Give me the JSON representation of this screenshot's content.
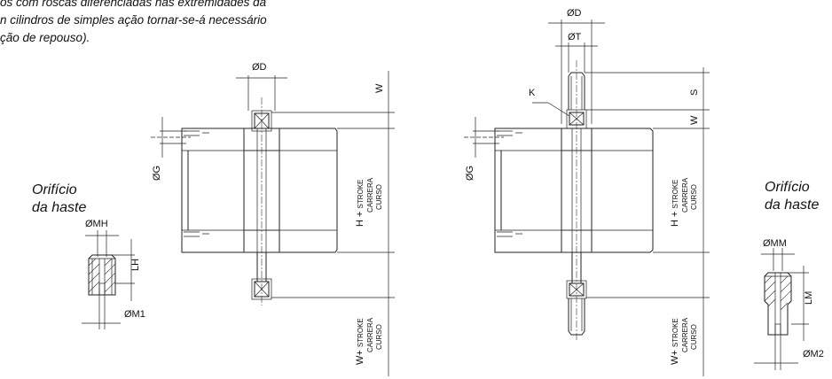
{
  "note": {
    "line1": "os com roscas diferenciadas nas extremidades da",
    "line2": "n cilindros de simples ação tornar-se-á necessário",
    "line3": "ção de repouso)."
  },
  "left_label": {
    "line1": "Orifício",
    "line2": "da haste"
  },
  "right_label": {
    "line1": "Orifício",
    "line2": "da haste"
  },
  "dims": {
    "left_mh": "ØMH",
    "left_lh": "LH",
    "left_m1": "ØM1",
    "cyl1_d": "ØD",
    "cyl1_g": "ØG",
    "cyl1_w": "W",
    "cyl2_d": "ØD",
    "cyl2_t": "ØT",
    "cyl2_k": "K",
    "cyl2_s": "S",
    "cyl2_w": "W",
    "cyl2_g": "ØG",
    "right_mm": "ØMM",
    "right_lm": "LM",
    "right_m2": "ØM2"
  },
  "stroke_label": {
    "h_main": "H + ",
    "h_stroke": "STROKE",
    "carrera": "CARRERA",
    "curso": "CURSO",
    "w_main": "W+ ",
    "w_stroke": "STROKE"
  },
  "colors": {
    "line": "#222222",
    "text": "#111111",
    "background": "#ffffff"
  }
}
